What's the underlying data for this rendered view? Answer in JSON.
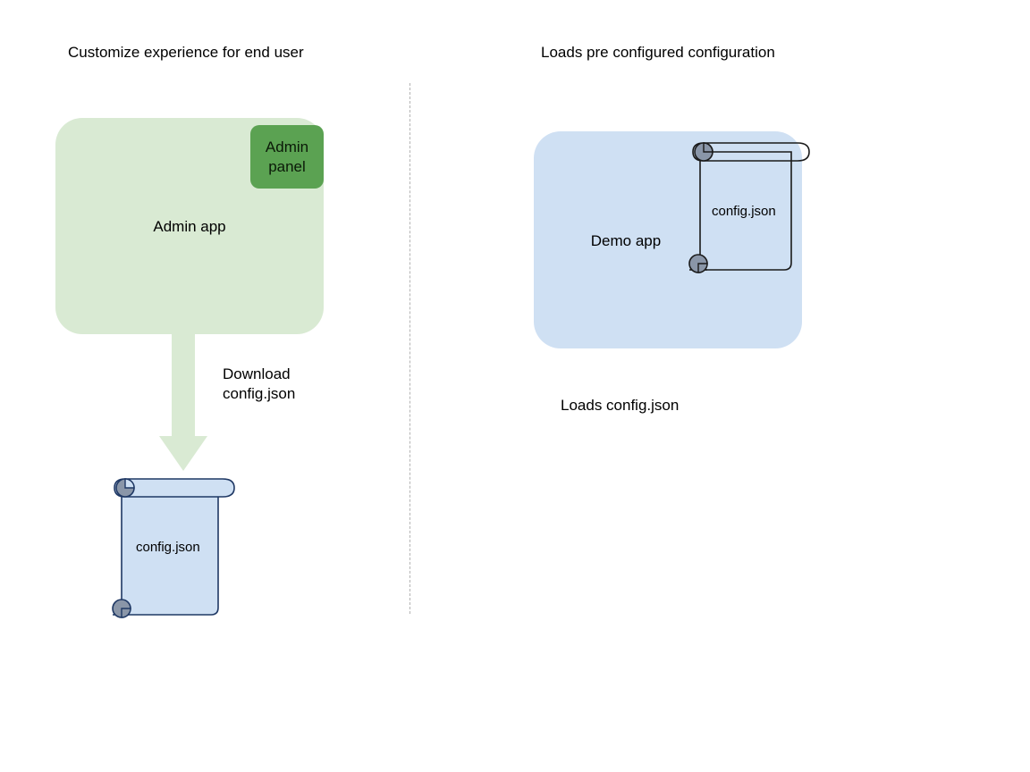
{
  "diagram": {
    "background_color": "#ffffff",
    "left_panel": {
      "title": "Customize experience for end user",
      "app": {
        "label": "Admin app",
        "color": "#d9ead3"
      },
      "panel_chip": {
        "label": "Admin\npanel",
        "label_line1": "Admin",
        "label_line2": "panel",
        "color": "#5ba252"
      },
      "arrow": {
        "label_line1": "Download",
        "label_line2": "config.json",
        "color": "#d9ead3",
        "direction": "down"
      },
      "document": {
        "label": "config.json",
        "fill_color": "#cfe0f3",
        "stroke_color": "#1f3864",
        "roll_color": "#8a96a8"
      }
    },
    "right_panel": {
      "title": "Loads pre configured configuration",
      "app": {
        "label": "Demo app",
        "color": "#cfe0f3"
      },
      "document": {
        "label": "config.json",
        "fill_color": "transparent",
        "stroke_color": "#1a1a1a",
        "roll_color": "#8a96a8"
      },
      "caption": "Loads config.json"
    },
    "divider": {
      "style": "dashed",
      "color": "#9a9a9a"
    }
  }
}
